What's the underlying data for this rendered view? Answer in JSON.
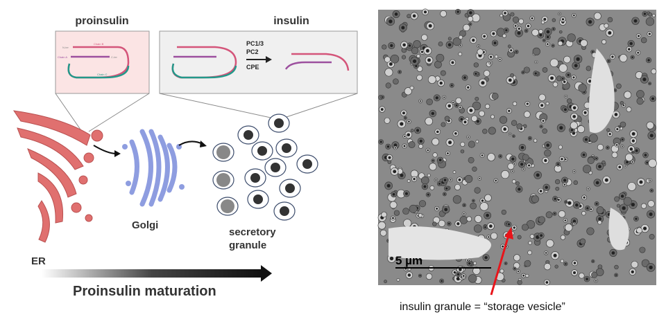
{
  "diagram": {
    "proinsulin_title": "proinsulin",
    "insulin_title": "insulin",
    "chain_labels": {
      "chain_a": "Chain A",
      "chain_b": "Chain B",
      "chain_c": "Chain C",
      "n_ter": "N-ter",
      "c_ter": "C-ter"
    },
    "enzymes": [
      "PC1/3",
      "PC2",
      "CPE"
    ],
    "er_label": "ER",
    "golgi_label": "Golgi",
    "granule_label_line1": "secretory",
    "granule_label_line2": "granule",
    "maturation_label": "Proinsulin maturation"
  },
  "micrograph": {
    "scale_bar_label": "5 µm",
    "caption": "insulin granule = “storage vesicle”"
  },
  "colors": {
    "er": "#e0706f",
    "golgi": "#8e9de0",
    "chain_b": "#d4557a",
    "chain_a": "#9c4f9e",
    "chain_c": "#22998a",
    "arrow_red": "#e8141a"
  }
}
